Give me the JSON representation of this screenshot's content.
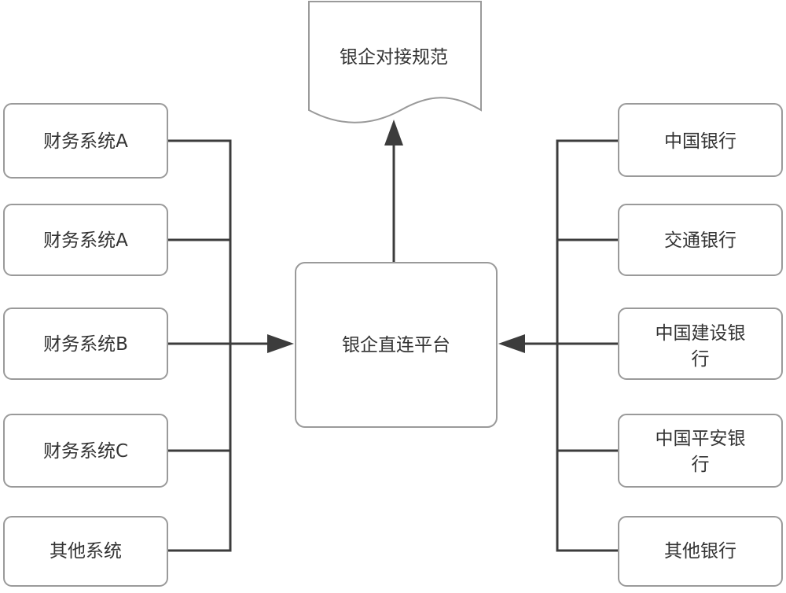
{
  "spec_doc": {
    "label": "银企对接规范"
  },
  "platform": {
    "label": "银企直连平台"
  },
  "left_systems": [
    {
      "label": "财务系统A"
    },
    {
      "label": "财务系统A"
    },
    {
      "label": "财务系统B"
    },
    {
      "label": "财务系统C"
    },
    {
      "label": "其他系统"
    }
  ],
  "right_banks": [
    {
      "lines": [
        "中国银行"
      ]
    },
    {
      "lines": [
        "交通银行"
      ]
    },
    {
      "lines": [
        "中国建设银",
        "行"
      ]
    },
    {
      "lines": [
        "中国平安银",
        "行"
      ]
    },
    {
      "lines": [
        "其他银行"
      ]
    }
  ],
  "colors": {
    "box_border": "#9a9a9a",
    "connector": "#3c3c3c",
    "text": "#333333"
  }
}
